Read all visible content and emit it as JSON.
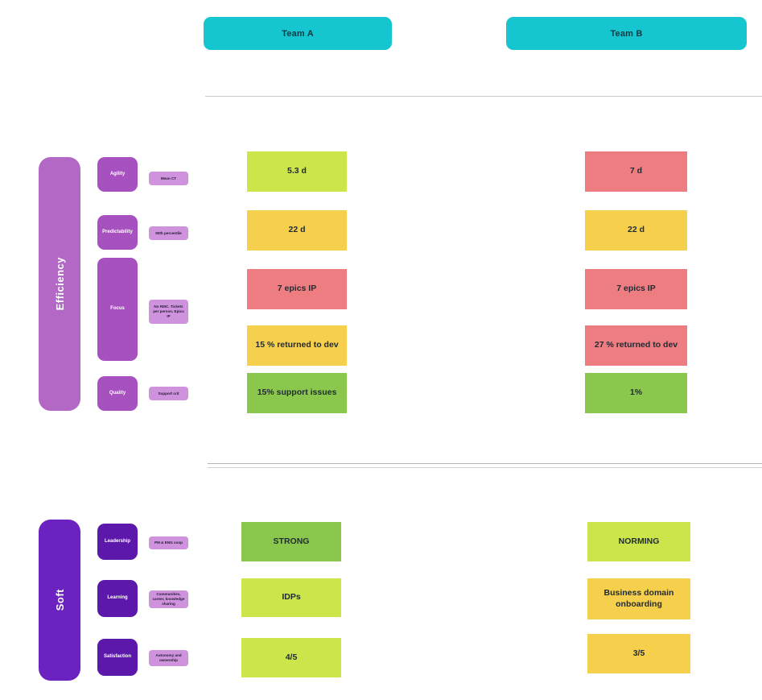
{
  "headers": {
    "team_a": "Team A",
    "team_b": "Team B"
  },
  "colors": {
    "teal": "#15c5cf",
    "lime": "#cbe54b",
    "yellow": "#f6cf4d",
    "salmon": "#ee7d81",
    "green": "#8cc74d",
    "purple_bar": "#b368c6",
    "purple_category": "#a750bf",
    "lavender": "#cf93dd",
    "violet_bar": "#6b22c1",
    "violet_category": "#5c17ab"
  },
  "efficiency": {
    "title": "Efficiency",
    "categories": [
      {
        "label": "Agility",
        "note": "Mean CT"
      },
      {
        "label": "Predictability",
        "note": "90th percentile"
      },
      {
        "label": "Focus",
        "note": "No RMC. Tickets per person. Epics IP"
      },
      {
        "label": "Quality",
        "note": "Support crit"
      }
    ],
    "team_a": [
      {
        "value": "5.3 d",
        "color": "lime"
      },
      {
        "value": "22 d",
        "color": "yellow"
      },
      {
        "value": "7 epics IP",
        "color": "salmon"
      },
      {
        "value": "15 % returned to dev",
        "color": "yellow"
      },
      {
        "value": "15% support issues",
        "color": "green"
      }
    ],
    "team_b": [
      {
        "value": "7 d",
        "color": "salmon"
      },
      {
        "value": "22 d",
        "color": "yellow"
      },
      {
        "value": "7 epics IP",
        "color": "salmon"
      },
      {
        "value": "27 % returned to dev",
        "color": "salmon"
      },
      {
        "value": "1%",
        "color": "green"
      }
    ]
  },
  "soft": {
    "title": "Soft",
    "categories": [
      {
        "label": "Leadership",
        "note": "PM & ENG coop"
      },
      {
        "label": "Learning",
        "note": "Communities, career, knowledge sharing"
      },
      {
        "label": "Satisfaction",
        "note": "Autonomy and ownership"
      }
    ],
    "team_a": [
      {
        "value": "STRONG",
        "color": "green"
      },
      {
        "value": "IDPs",
        "color": "lime"
      },
      {
        "value": "4/5",
        "color": "lime"
      }
    ],
    "team_b": [
      {
        "value": "NORMING",
        "color": "lime"
      },
      {
        "value": "Business domain onboarding",
        "color": "yellow"
      },
      {
        "value": "3/5",
        "color": "yellow"
      }
    ]
  }
}
